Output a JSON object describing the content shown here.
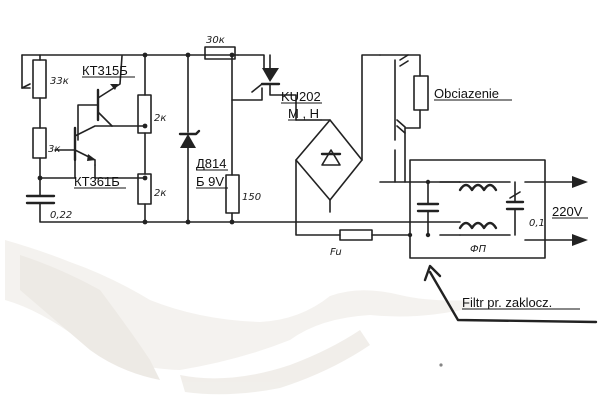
{
  "diagram": {
    "labels": {
      "transistor_top": "КТ315Б",
      "transistor_bottom": "КТ361Б",
      "r_pot": "33к",
      "r_left": "3к",
      "cap_left": "0,22",
      "r_mid_top": "2к",
      "r_mid_bottom": "2к",
      "r_top": "30к",
      "zener": "Д814",
      "zener_sub": "Б 9V",
      "r_150": "150",
      "thyristor": "KU202",
      "thyristor_sub": "M , H",
      "load": "Obciazenie",
      "fuse": "Fu",
      "filter_cap": "0,1",
      "filter_name": "ФП",
      "mains": "220V",
      "filter_note": "Filtr  pr. zaklocz."
    },
    "colors": {
      "ink": "#222222",
      "paper": "#ffffff",
      "smudge": "#d9d3cc"
    }
  }
}
